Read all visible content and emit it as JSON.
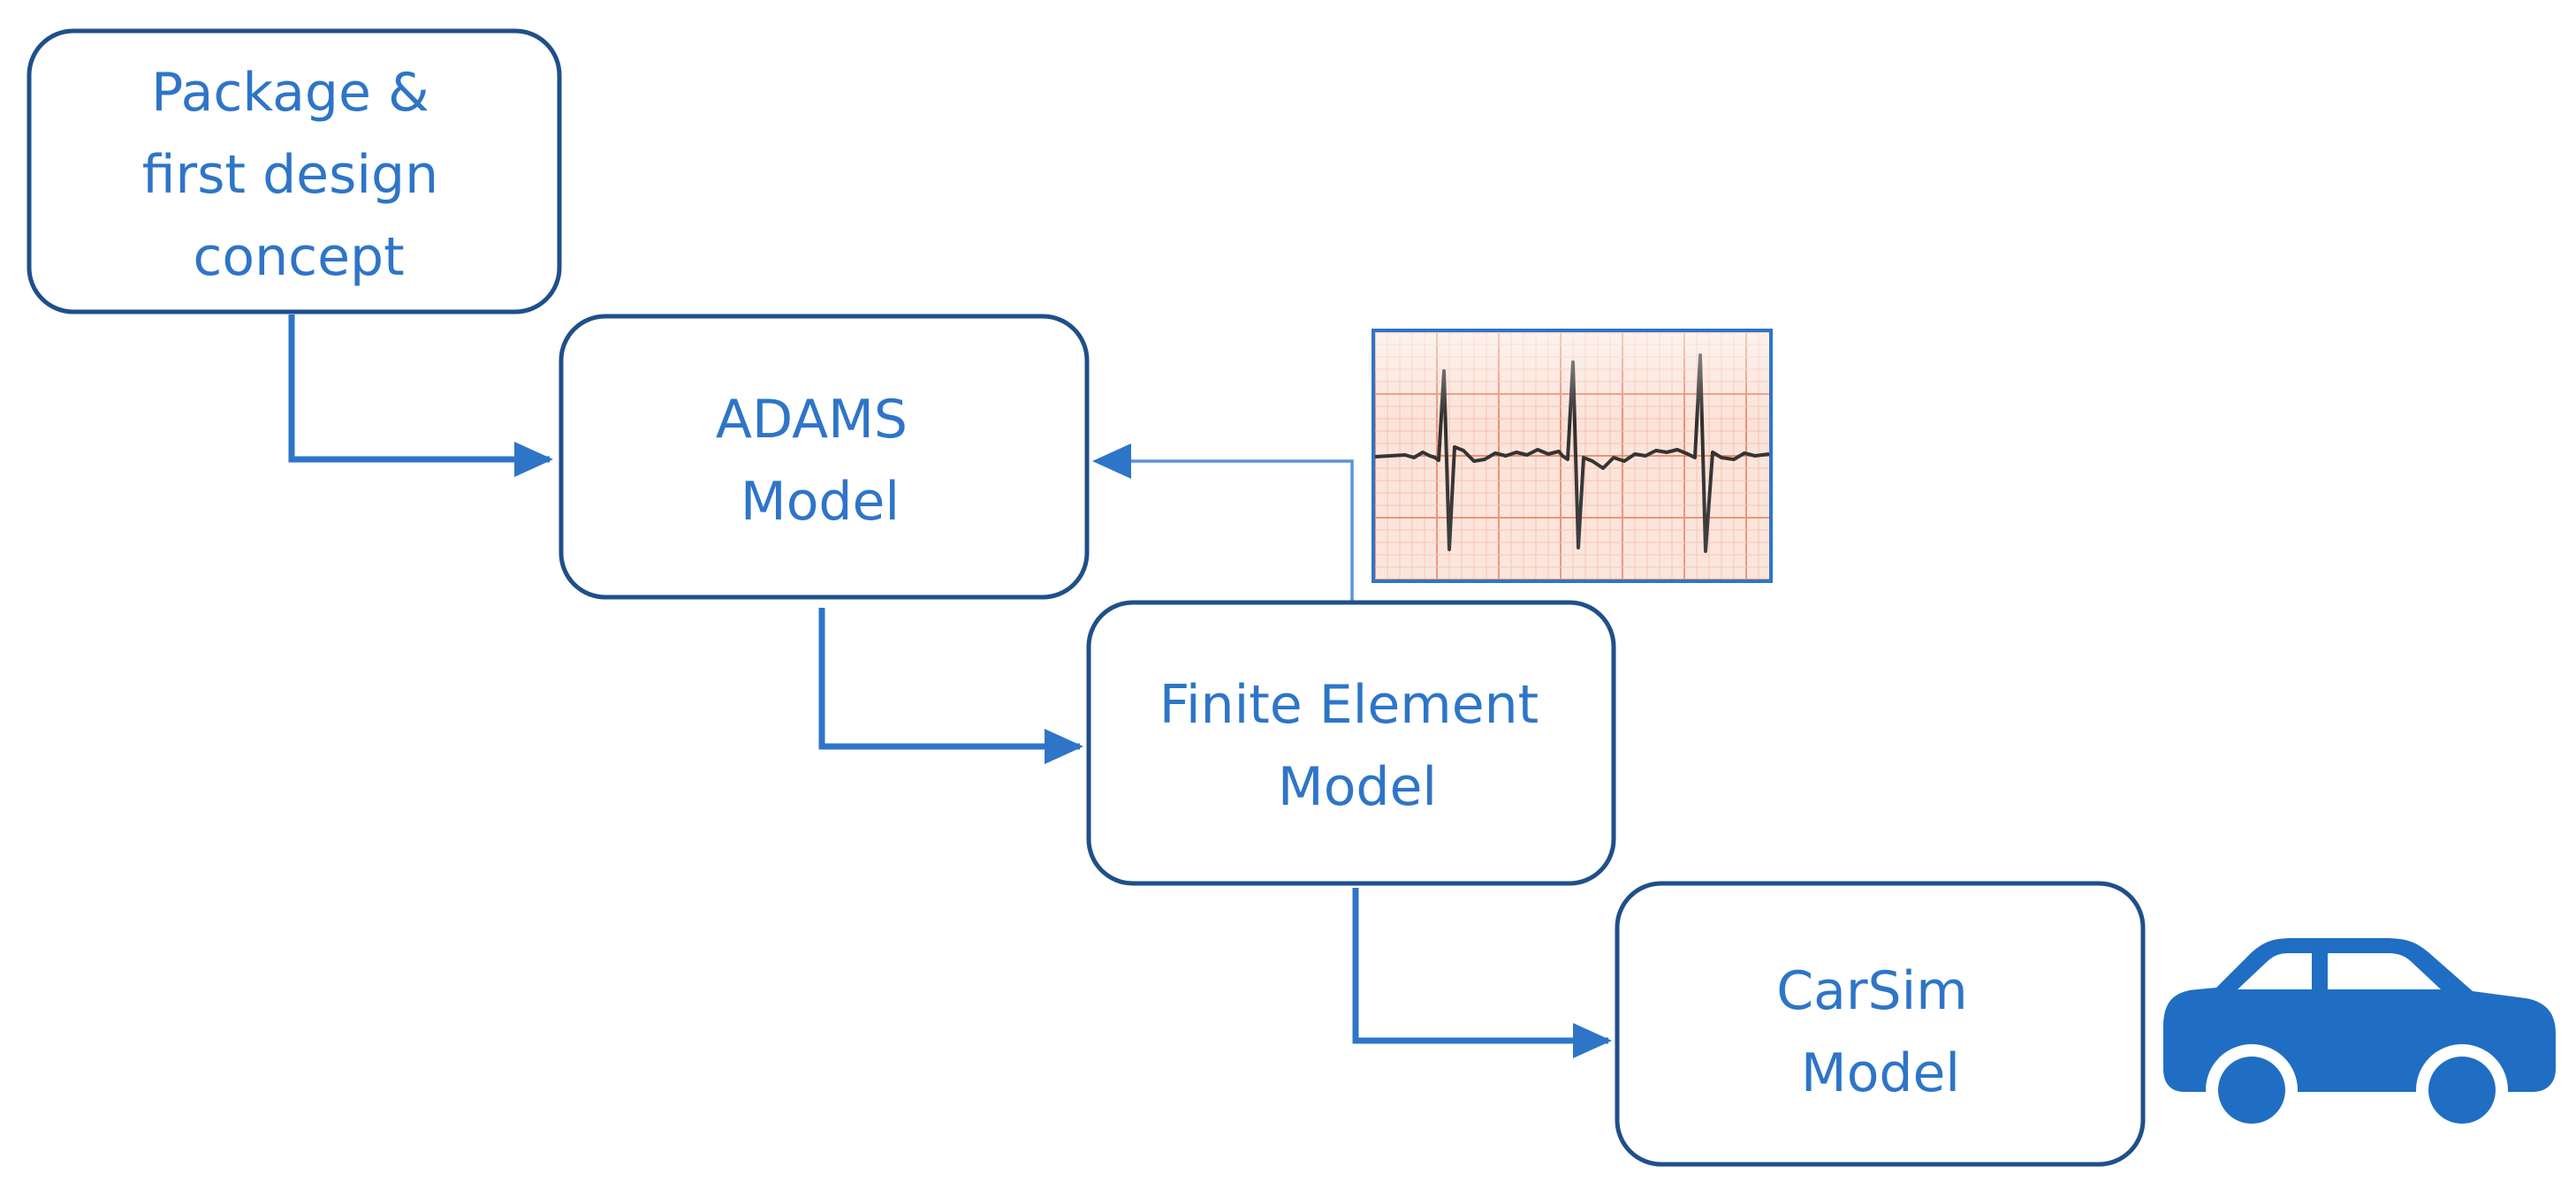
{
  "colors": {
    "box_border": "#1f4f8a",
    "arrow": "#2e75c8",
    "text": "#2e75c8",
    "car": "#1f6ec3",
    "ecg_grid_minor": "#f7c1ad",
    "ecg_grid_major": "#ea8f72",
    "ecg_trace": "#2f2f2f"
  },
  "nodes": {
    "package": {
      "lines": [
        "Package &",
        "first design",
        "concept"
      ]
    },
    "adams": {
      "lines": [
        "ADAMS",
        "Model"
      ]
    },
    "fem": {
      "lines": [
        "Finite Element",
        "Model"
      ]
    },
    "carsim": {
      "lines": [
        "CarSim",
        "Model"
      ]
    }
  },
  "icons": {
    "ecg": "ecg-strip-icon",
    "car": "car-icon"
  }
}
